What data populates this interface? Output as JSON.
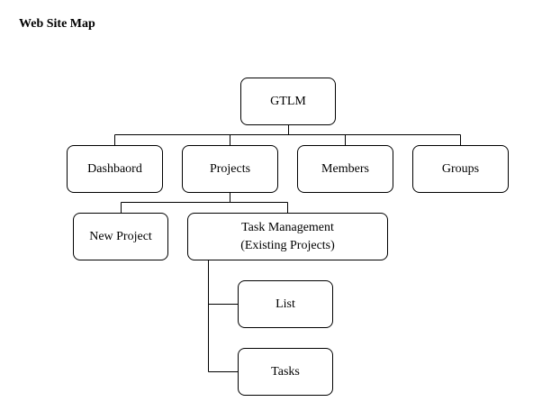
{
  "page": {
    "title": "Web Site Map"
  },
  "sitemap": {
    "root": "GTLM",
    "level1": [
      "Dashbaord",
      "Projects",
      "Members",
      "Groups"
    ],
    "projects_children": [
      "New Project"
    ],
    "task_management": {
      "line1": "Task Management",
      "line2": "(Existing Projects)"
    },
    "task_management_children": [
      "List",
      "Tasks"
    ]
  }
}
